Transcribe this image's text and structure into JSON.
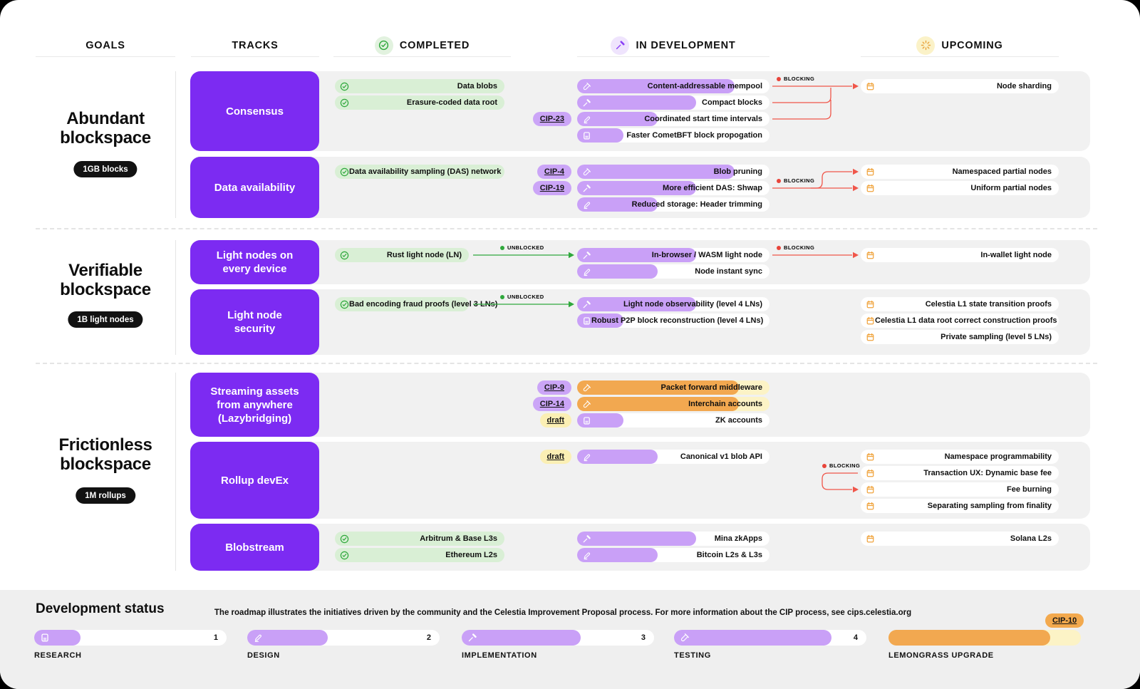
{
  "header": {
    "goals": "GOALS",
    "tracks": "TRACKS",
    "completed": "COMPLETED",
    "in_development": "IN DEVELOPMENT",
    "upcoming": "UPCOMING"
  },
  "colors": {
    "purple": "#7c2bf2",
    "bar_purple": "#c9a0f7",
    "badge_purple": "#cba5f7",
    "green_pill": "#d9efd5",
    "green": "#2fa83c",
    "orange": "#f2a850",
    "pale_yellow": "#fcf3c6",
    "badge_yellow": "#fbefb4",
    "badge_orange": "#f3a94d",
    "calendar_orange": "#f0a33c",
    "red": "#f0564a",
    "row_gray": "#f1f1f1",
    "footer_gray": "#efefef"
  },
  "goals": [
    {
      "id": "abundant",
      "title_lines": [
        "Abundant",
        "blockspace"
      ],
      "badge": "1GB blocks",
      "tracks": [
        {
          "id": "consensus",
          "name_lines": [
            "Consensus"
          ],
          "completed": [
            "Data blobs",
            "Erasure-coded data root"
          ],
          "in_development": [
            {
              "label": "Content-addressable mempool",
              "stage": "testing"
            },
            {
              "label": "Compact blocks",
              "stage": "implementation"
            },
            {
              "label": "Coordinated start time intervals",
              "stage": "design",
              "badge": "CIP-23",
              "badge_style": "cip"
            },
            {
              "label": "Faster CometBFT block propogation",
              "stage": "research"
            }
          ],
          "upcoming": [
            "Node sharding"
          ],
          "links": [
            {
              "type": "blocking",
              "label": "BLOCKING"
            }
          ]
        },
        {
          "id": "data-availability",
          "name_lines": [
            "Data availability"
          ],
          "completed": [
            "Data availability sampling (DAS) network"
          ],
          "in_development": [
            {
              "label": "Blob pruning",
              "stage": "testing",
              "badge": "CIP-4",
              "badge_style": "cip"
            },
            {
              "label": "More efficient DAS: Shwap",
              "stage": "implementation",
              "badge": "CIP-19",
              "badge_style": "cip"
            },
            {
              "label": "Reduced storage: Header trimming",
              "stage": "design"
            }
          ],
          "upcoming": [
            "Namespaced partial nodes",
            "Uniform partial nodes"
          ],
          "links": [
            {
              "type": "blocking",
              "label": "BLOCKING"
            }
          ]
        }
      ]
    },
    {
      "id": "verifiable",
      "title_lines": [
        "Verifiable",
        "blockspace"
      ],
      "badge": "1B light nodes",
      "tracks": [
        {
          "id": "light-nodes",
          "name_lines": [
            "Light nodes on",
            "every device"
          ],
          "completed": [
            "Rust light node (LN)"
          ],
          "in_development": [
            {
              "label": "In-browser / WASM light node",
              "stage": "implementation"
            },
            {
              "label": "Node instant sync",
              "stage": "design"
            }
          ],
          "upcoming": [
            "In-wallet light node"
          ],
          "links": [
            {
              "type": "unblocked",
              "label": "UNBLOCKED"
            },
            {
              "type": "blocking",
              "label": "BLOCKING"
            }
          ]
        },
        {
          "id": "light-node-security",
          "name_lines": [
            "Light node",
            "security"
          ],
          "completed": [
            "Bad encoding fraud proofs (level 3 LNs)"
          ],
          "in_development": [
            {
              "label": "Light node observability (level 4 LNs)",
              "stage": "implementation"
            },
            {
              "label": "Robust P2P block reconstruction (level 4 LNs)",
              "stage": "research"
            }
          ],
          "upcoming": [
            "Celestia L1 state transition proofs",
            "Celestia L1 data root correct construction proofs",
            "Private sampling (level 5 LNs)"
          ],
          "links": [
            {
              "type": "unblocked",
              "label": "UNBLOCKED"
            }
          ]
        }
      ]
    },
    {
      "id": "frictionless",
      "title_lines": [
        "Frictionless",
        "blockspace"
      ],
      "badge": "1M rollups",
      "tracks": [
        {
          "id": "streaming-assets",
          "name_lines": [
            "Streaming assets",
            "from anywhere",
            "(Lazybridging)"
          ],
          "completed": [],
          "in_development": [
            {
              "label": "Packet forward middleware",
              "stage": "lemongrass",
              "badge": "CIP-9",
              "badge_style": "cip"
            },
            {
              "label": "Interchain accounts",
              "stage": "lemongrass",
              "badge": "CIP-14",
              "badge_style": "cip"
            },
            {
              "label": "ZK accounts",
              "stage": "research",
              "badge": "draft",
              "badge_style": "yellow"
            }
          ],
          "upcoming": [],
          "links": []
        },
        {
          "id": "rollup-devex",
          "name_lines": [
            "Rollup devEx"
          ],
          "completed": [],
          "in_development": [
            {
              "label": "Canonical v1 blob API",
              "stage": "design",
              "badge": "draft",
              "badge_style": "yellow"
            }
          ],
          "upcoming": [
            "Namespace programmability",
            "Transaction UX: Dynamic base fee",
            "Fee burning",
            "Separating sampling from finality"
          ],
          "links": [
            {
              "type": "blocking",
              "label": "BLOCKING"
            }
          ]
        },
        {
          "id": "blobstream",
          "name_lines": [
            "Blobstream"
          ],
          "completed": [
            "Arbitrum & Base L3s",
            "Ethereum L2s"
          ],
          "in_development": [
            {
              "label": "Mina zkApps",
              "stage": "implementation"
            },
            {
              "label": "Bitcoin L2s & L3s",
              "stage": "design"
            }
          ],
          "upcoming": [
            "Solana L2s"
          ],
          "links": []
        }
      ]
    }
  ],
  "footer": {
    "title": "Development status",
    "description": "The roadmap illustrates the initiatives driven by the community and the Celestia Improvement Proposal process. For more information about the CIP process, see cips.celestia.org",
    "cip_badge": "CIP-10",
    "stages": [
      {
        "label": "RESEARCH",
        "count": "1",
        "stage": "research"
      },
      {
        "label": "DESIGN",
        "count": "2",
        "stage": "design"
      },
      {
        "label": "IMPLEMENTATION",
        "count": "3",
        "stage": "implementation"
      },
      {
        "label": "TESTING",
        "count": "4",
        "stage": "testing"
      },
      {
        "label": "LEMONGRASS UPGRADE",
        "count": "",
        "stage": "lemongrass"
      }
    ]
  }
}
